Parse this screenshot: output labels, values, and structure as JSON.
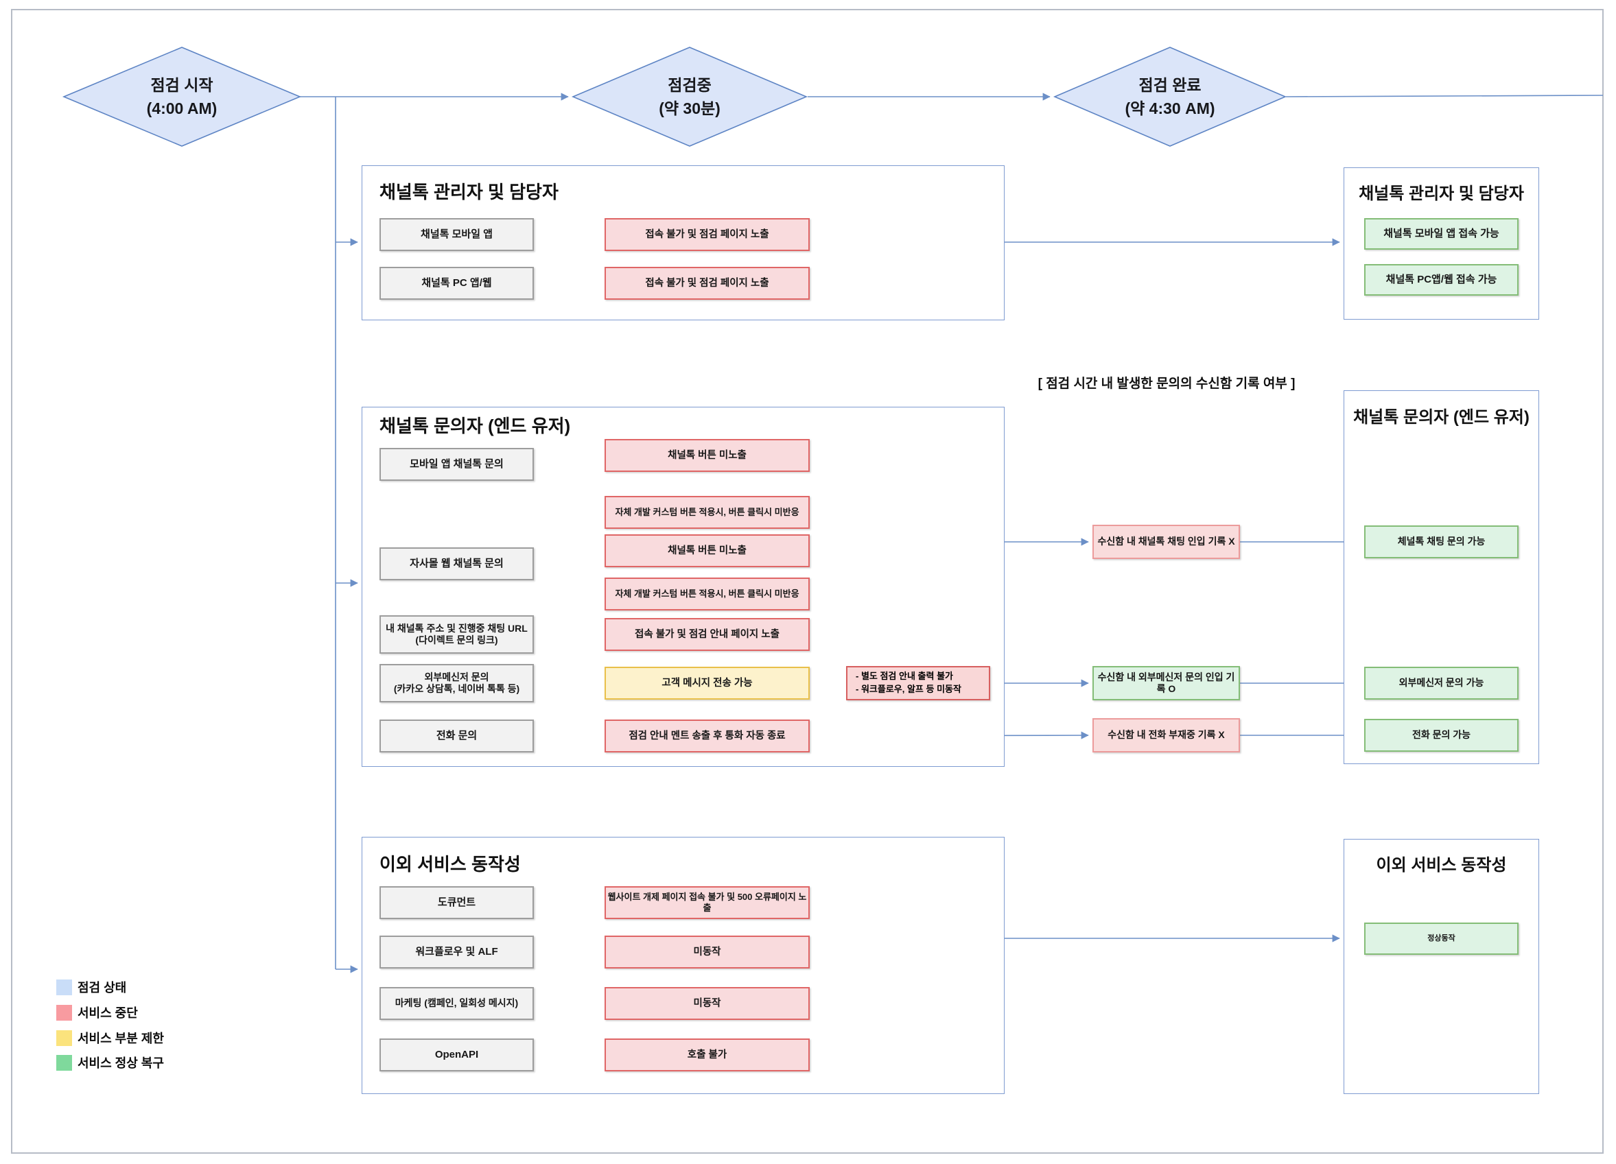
{
  "timeline": {
    "start_label": "점검 시작",
    "start_sub": "(4:00 AM)",
    "during_label": "점검중",
    "during_sub": "(약 30분)",
    "done_label": "점검 완료",
    "done_sub": "(약 4:30 AM)"
  },
  "admin_before": {
    "title": "채널톡 관리자 및 담당자",
    "mobile": "채널톡 모바일 앱",
    "mobile_result": "접속 불가 및 점검 페이지 노출",
    "pc": "채널톡 PC 앱/웹",
    "pc_result": "접속 불가 및 점검 페이지 노출"
  },
  "admin_after": {
    "title": "채널톡 관리자 및 담당자",
    "mobile": "채널톡 모바일 앱 접속 가능",
    "pc": "채널톡 PC앱/웹 접속 가능"
  },
  "inbox": {
    "header": "[ 점검 시간 내 발생한 문의의 수신함 기록 여부 ]",
    "chat": "수신함 내 채널톡 채팅 인입 기록 X",
    "ext": "수신함 내 외부메신저 문의 인입 기록 O",
    "phone": "수신함 내 전화 부재중 기록 X"
  },
  "enduser_before": {
    "title": "채널톡 문의자 (엔드 유저)",
    "mobile": "모바일 앱 채널톡 문의",
    "mobile_result1": "채널톡 버튼 미노출",
    "mobile_result2": "자체 개발 커스텀 버튼 적용시, 버튼 클릭시 미반응",
    "web": "자사몰 웹 채널톡 문의",
    "web_result1": "채널톡 버튼 미노출",
    "web_result2": "자체 개발 커스텀 버튼 적용시, 버튼 클릭시 미반응",
    "url_line1": "내 채널톡 주소 및 진행중 채팅 URL",
    "url_line2": "(다이렉트 문의 링크)",
    "url_result": "접속 불가 및 점검 안내 페이지 노출",
    "ext_line1": "외부메신저 문의",
    "ext_line2": "(카카오 상담톡, 네이버 톡톡 등)",
    "ext_result": "고객 메시지 전송 가능",
    "ext_note1": "- 별도 점검 안내 출력 불가",
    "ext_note2": "- 워크플로우, 알프 등 미동작",
    "phone": "전화 문의",
    "phone_result": "점검 안내 멘트 송출 후 통화 자동 종료"
  },
  "enduser_after": {
    "title": "채널톡 문의자 (엔드 유저)",
    "chat": "체널톡 채팅 문의 가능",
    "ext": "외부메신저 문의 가능",
    "phone": "전화 문의 가능"
  },
  "etc_before": {
    "title": "이외 서비스 동작성",
    "doc": "도큐먼트",
    "doc_result": "웹사이트 개제 페이지 접속 불가 및 500 오류페이지 노출",
    "workflow": "워크플로우 및 ALF",
    "workflow_result": "미동작",
    "marketing": "마케팅 (캠페인, 일회성 메시지)",
    "marketing_result": "미동작",
    "openapi": "OpenAPI",
    "openapi_result": "호출 불가"
  },
  "etc_after": {
    "title": "이외 서비스 동작성",
    "result": "정상동작"
  },
  "legend": {
    "maintenance": "점검 상태",
    "stopped": "서비스 중단",
    "partial": "서비스 부분 제한",
    "restored": "서비스 정상 복구"
  },
  "colors": {
    "maintenance_blue": "#c9ddf8",
    "stopped_red": "#f89ba0",
    "partial_yellow": "#fbe37d",
    "restored_green": "#7fd99c",
    "diamond_fill": "#dbe5f9",
    "diamond_stroke": "#5d84c4",
    "connector": "#6b8fc7"
  }
}
